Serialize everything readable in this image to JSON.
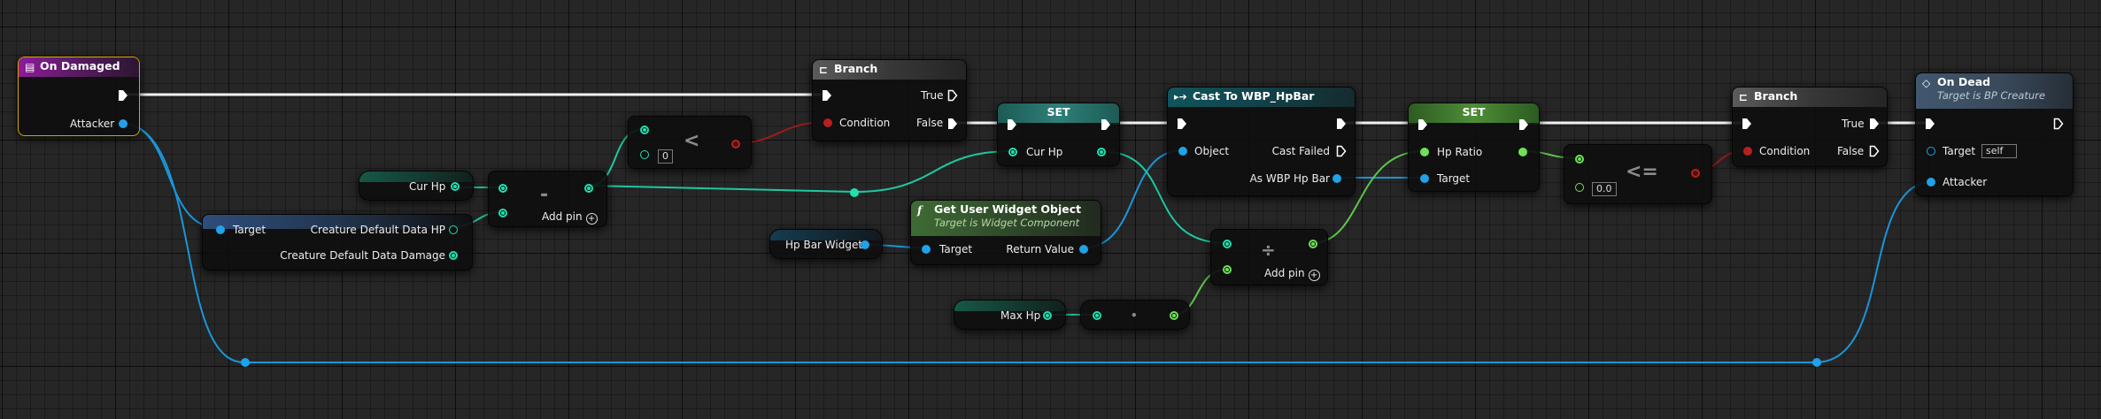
{
  "colors": {
    "exec": "#ffffff",
    "object": "#1fa2e8",
    "float": "#6ee05a",
    "integer": "#21e0b0",
    "boolean": "#b81f1f"
  },
  "on_damaged": {
    "title": "On Damaged",
    "icon": "event-icon",
    "attacker": "Attacker"
  },
  "branch1": {
    "title": "Branch",
    "condition": "Condition",
    "true_label": "True",
    "false_label": "False"
  },
  "less_than": {
    "op": "<",
    "b_default": "0"
  },
  "cur_hp_var": {
    "label": "Cur Hp"
  },
  "creature_break": {
    "target": "Target",
    "hp": "Creature Default Data HP",
    "damage": "Creature Default Data Damage"
  },
  "subtract": {
    "op": "-",
    "add_pin": "Add pin"
  },
  "set_cur_hp": {
    "title": "SET",
    "var": "Cur Hp"
  },
  "get_widget": {
    "title": "Get User Widget Object",
    "subtitle": "Target is Widget Component",
    "target": "Target",
    "return_value": "Return Value"
  },
  "hp_bar_widget": {
    "label": "Hp Bar Widget"
  },
  "cast": {
    "title": "Cast To WBP_HpBar",
    "object": "Object",
    "cast_failed": "Cast Failed",
    "as_out": "As WBP Hp Bar"
  },
  "divide": {
    "op": "÷",
    "add_pin": "Add pin"
  },
  "max_hp_var": {
    "label": "Max Hp"
  },
  "conv": {
    "op": "•"
  },
  "set_hp_ratio": {
    "title": "SET",
    "var": "Hp Ratio",
    "target": "Target"
  },
  "le": {
    "op": "<=",
    "b_default": "0.0"
  },
  "branch2": {
    "title": "Branch",
    "condition": "Condition",
    "true_label": "True",
    "false_label": "False"
  },
  "on_dead": {
    "title": "On Dead",
    "subtitle": "Target is BP Creature",
    "target": "Target",
    "target_default": "self",
    "attacker": "Attacker"
  }
}
